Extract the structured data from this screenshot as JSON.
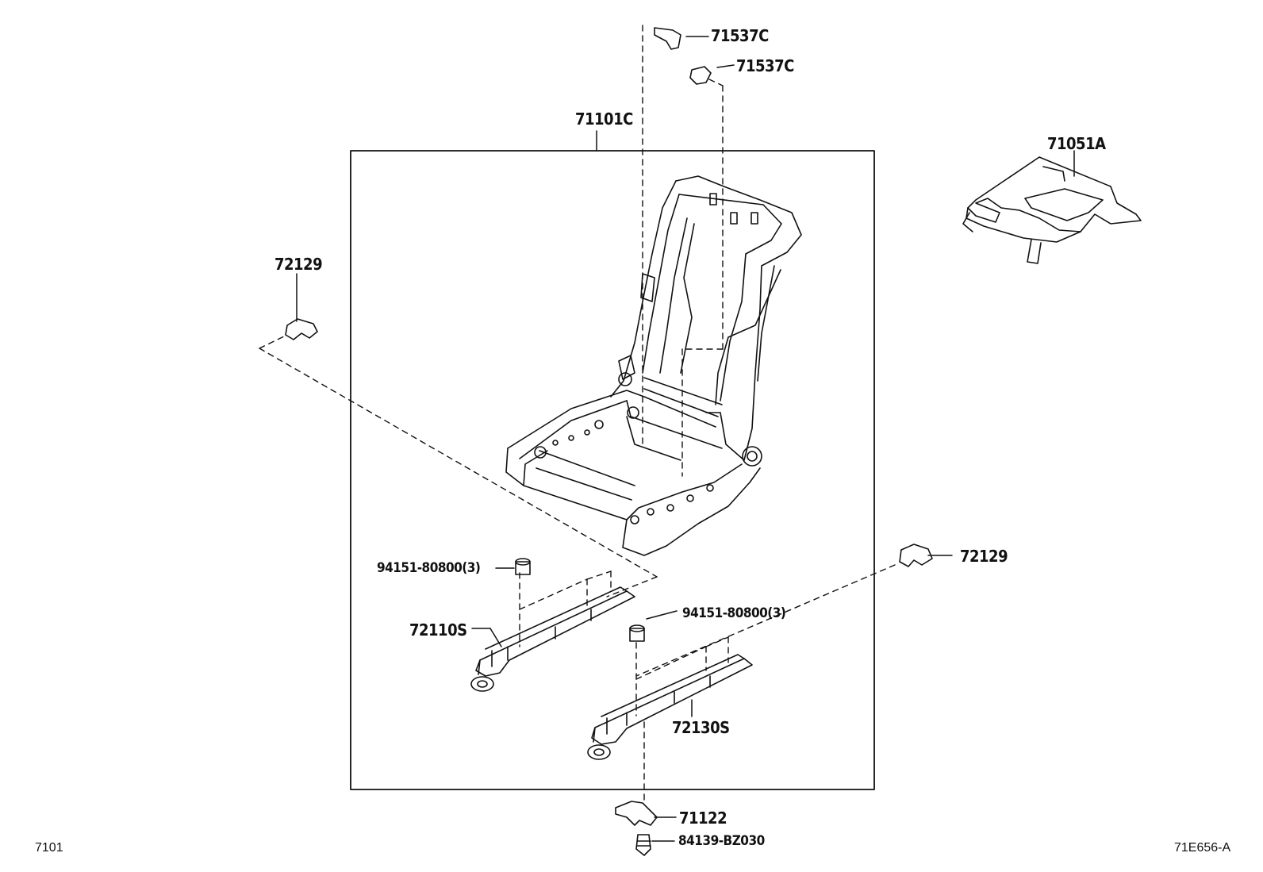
{
  "labels": {
    "p71537c_top": "71537C",
    "p71537c_bottom": "71537C",
    "p71101c": "71101C",
    "p71051a": "71051A",
    "p72129_left": "72129",
    "p72129_right": "72129",
    "p94151_left": "94151-80800(3)",
    "p94151_right": "94151-80800(3)",
    "p72110s": "72110S",
    "p72130s": "72130S",
    "p71122": "71122",
    "p84139": "84139-BZ030"
  },
  "footer": {
    "left_code": "7101",
    "right_code": "71E656-A"
  }
}
